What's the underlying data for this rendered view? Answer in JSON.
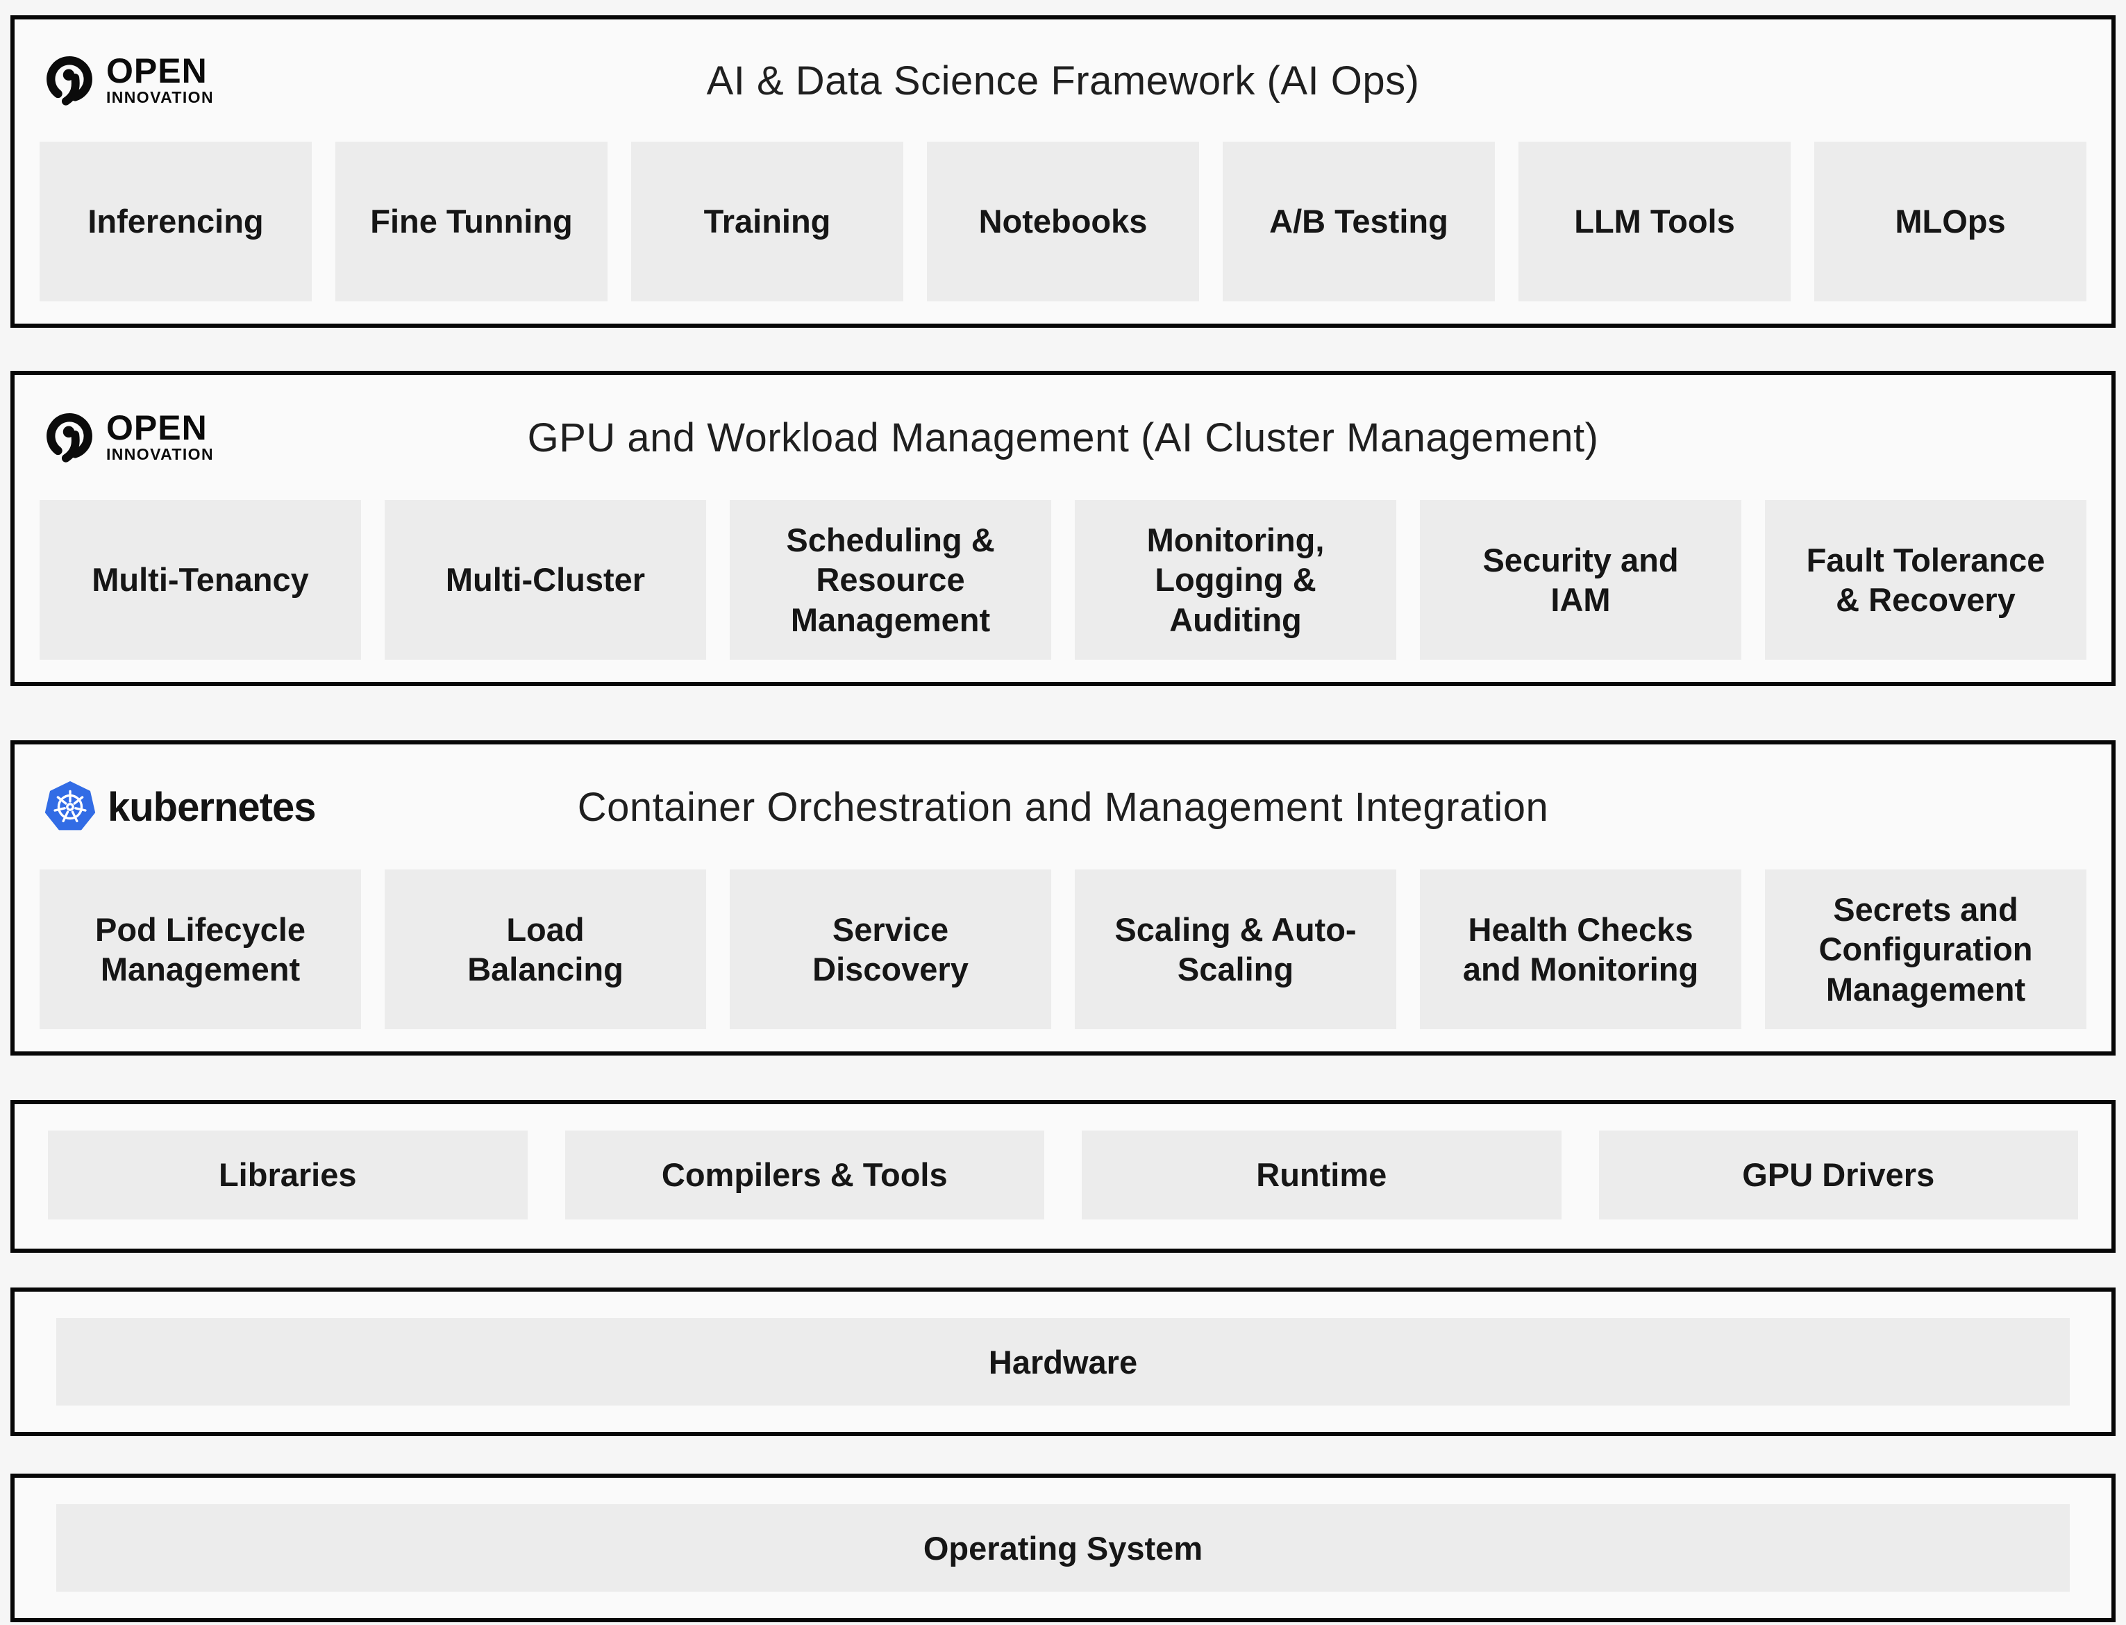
{
  "colors": {
    "page_background": "#f6f6f6",
    "section_background": "#fafafa",
    "box_background": "#ececec",
    "border_black": "#070707",
    "kubernetes_blue": "#326ce5",
    "logo_black": "#0b0b0b"
  },
  "logos": {
    "open_innovation": {
      "line1": "OPEN",
      "line2": "INNOVATION"
    },
    "kubernetes": {
      "wordmark": "kubernetes"
    }
  },
  "sections": [
    {
      "title": "AI & Data Science Framework (AI Ops)",
      "logo": "open-innovation",
      "boxes": [
        "Inferencing",
        "Fine Tunning",
        "Training",
        "Notebooks",
        "A/B Testing",
        "LLM Tools",
        "MLOps"
      ]
    },
    {
      "title": "GPU and Workload Management (AI Cluster Management)",
      "logo": "open-innovation",
      "boxes": [
        "Multi-Tenancy",
        "Multi-Cluster",
        "Scheduling &\nResource\nManagement",
        "Monitoring,\nLogging &\nAuditing",
        "Security and\nIAM",
        "Fault Tolerance\n& Recovery"
      ]
    },
    {
      "title": "Container Orchestration and Management Integration",
      "logo": "kubernetes",
      "boxes": [
        "Pod Lifecycle\nManagement",
        "Load\nBalancing",
        "Service\nDiscovery",
        "Scaling & Auto-\nScaling",
        "Health Checks\nand Monitoring",
        "Secrets and\nConfiguration\nManagement"
      ]
    },
    {
      "title": "",
      "logo": "none",
      "boxes": [
        "Libraries",
        "Compilers & Tools",
        "Runtime",
        "GPU Drivers"
      ]
    },
    {
      "title": "",
      "logo": "none",
      "boxes": [
        "Hardware"
      ]
    },
    {
      "title": "",
      "logo": "none",
      "boxes": [
        "Operating System"
      ]
    }
  ]
}
